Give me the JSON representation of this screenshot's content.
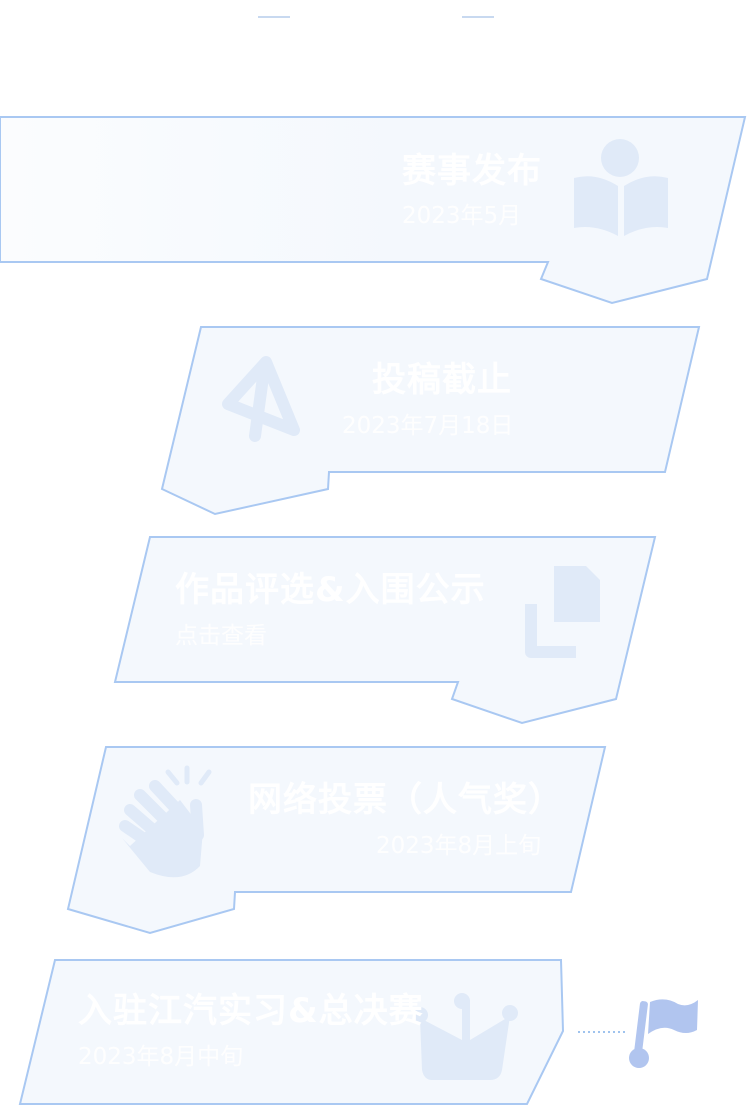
{
  "colors": {
    "border": "#a9c8f2",
    "fill": "#f4f8fd",
    "icon": "#e0eaf8",
    "text": "#ffffff",
    "flag": "#b1c5ef",
    "dotted": "#9fc3ee"
  },
  "timeline": [
    {
      "title": "赛事发布",
      "subtitle": "2023年5月",
      "icon": "open-book-reader-icon"
    },
    {
      "title": "投稿截止",
      "subtitle": "2023年7月18日",
      "icon": "paper-plane-icon"
    },
    {
      "title": "作品评选&入围公示",
      "subtitle": "点击查看",
      "icon": "document-copy-icon"
    },
    {
      "title": "网络投票（人气奖）",
      "subtitle": "2023年8月上旬",
      "icon": "clapping-hand-icon"
    },
    {
      "title": "入驻江汽实习&总决赛",
      "subtitle": "2023年8月中旬",
      "icon": "crown-icon"
    }
  ],
  "end_marker_icon": "flag-icon"
}
